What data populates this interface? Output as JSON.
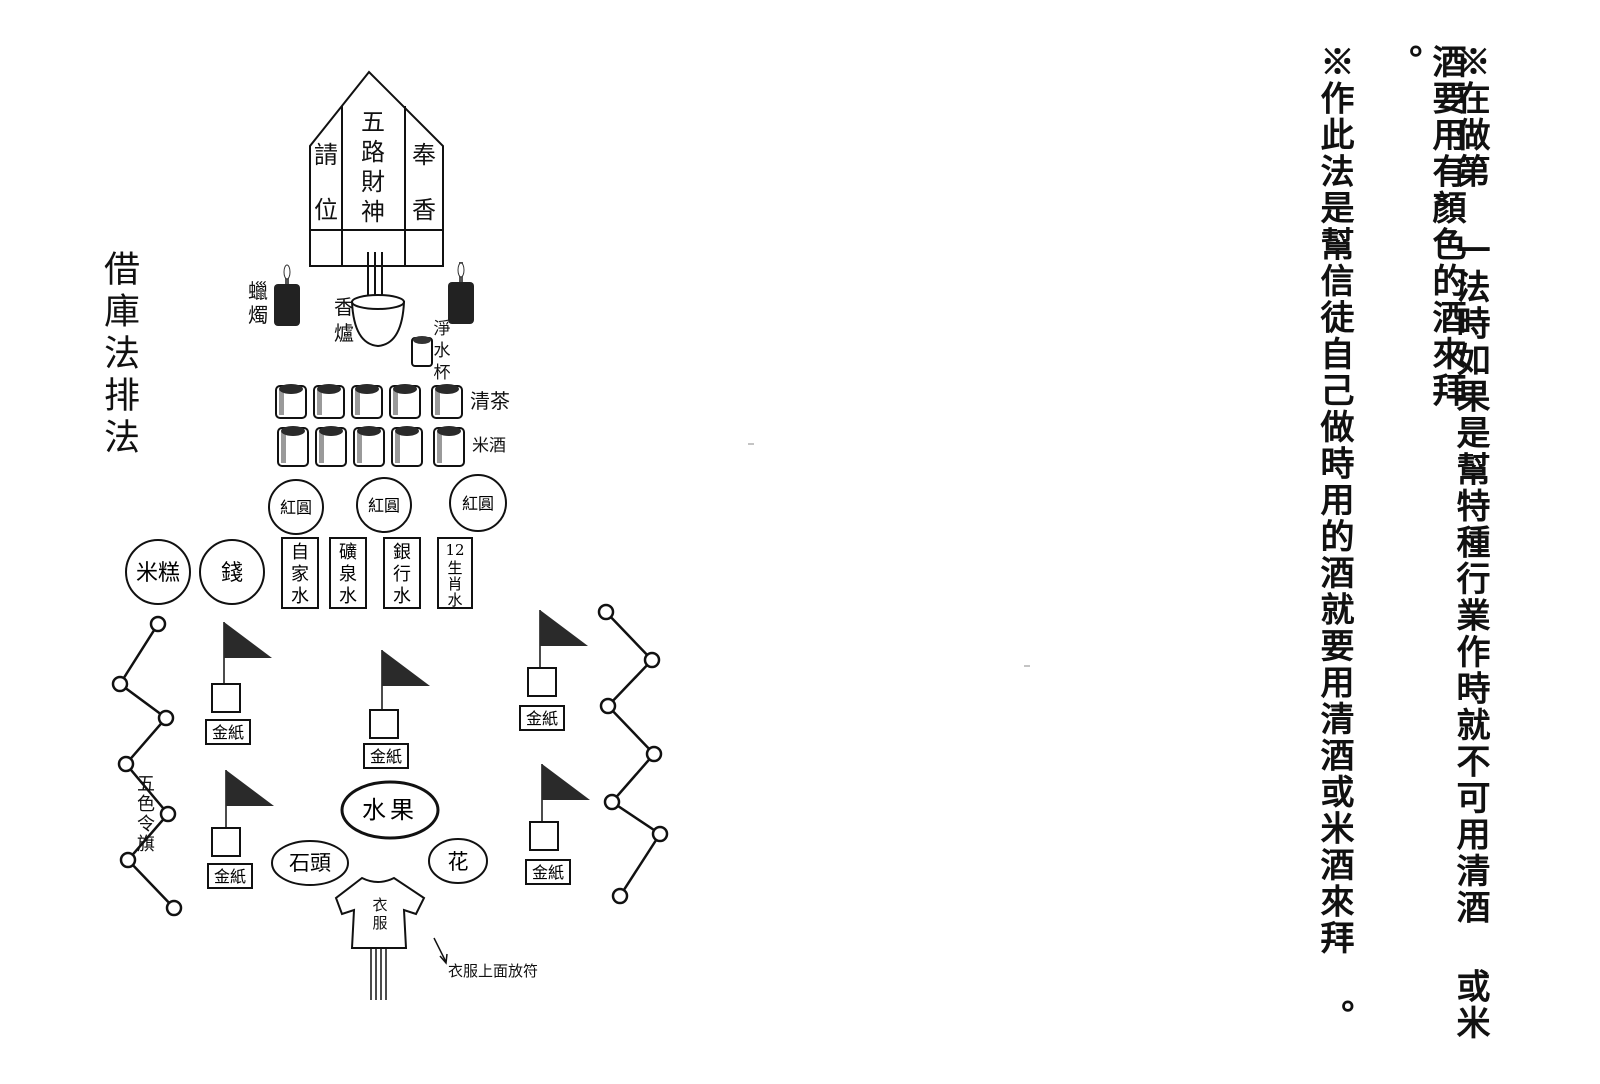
{
  "diagram_title": "借庫法排法",
  "notes": [
    "※在做第 一法時如果是幫特種行業作時就不可用清酒 或米",
    "酒要用有顏色的酒來拜 。",
    "※作此法是幫信徒自己做時用的酒就要用清酒或米酒來拜 。"
  ],
  "altar": {
    "center": "五路財神",
    "left": "請位",
    "right": "奉香"
  },
  "labels": {
    "candle": "蠟燭",
    "censer": "香爐",
    "water_cup": "淨水杯",
    "tea": "清茶",
    "rice_wine": "米酒",
    "red_round": "紅圓",
    "rice_cake": "米糕",
    "money": "錢",
    "home_water": "自家水",
    "mineral_water": "礦泉水",
    "bank_water": "銀行水",
    "zodiac_water": "12生肖水",
    "gold_paper": "金紙",
    "fruit": "水果",
    "stone": "石頭",
    "flower": "花",
    "clothes": "衣服",
    "five_color_flags": "五色令旗",
    "clothes_note": "衣服上面放符"
  }
}
